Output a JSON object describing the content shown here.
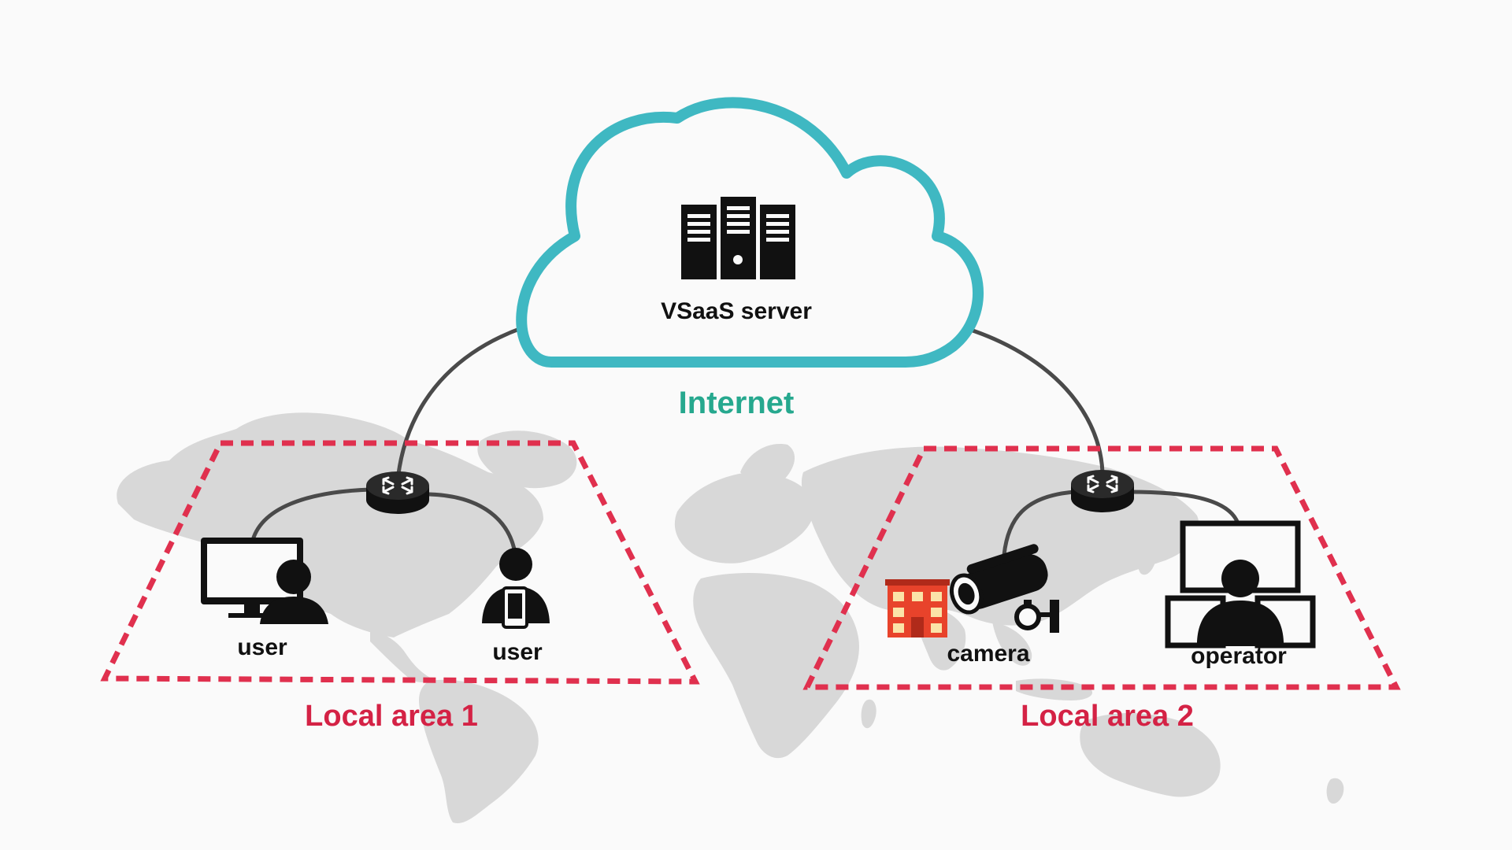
{
  "colors": {
    "background": "#fafafa",
    "map": "#d8d8d8",
    "cloud_outline": "#3fb8c2",
    "internet": "#26a88e",
    "area_border": "#e0304e",
    "area_label": "#d42245",
    "icon": "#111111",
    "link": "#4a4a4a",
    "building": "#e8432b"
  },
  "cloud": {
    "server_label": "VSaaS server",
    "internet_label": "Internet",
    "server_icon": "server-rack-icon"
  },
  "areas": [
    {
      "label": "Local area 1",
      "router_icon": "router-icon",
      "nodes": [
        {
          "label": "user",
          "icon": "desktop-user-icon"
        },
        {
          "label": "user",
          "icon": "mobile-user-icon"
        }
      ]
    },
    {
      "label": "Local area 2",
      "router_icon": "router-icon",
      "nodes": [
        {
          "label": "camera",
          "icon": "security-camera-icon"
        },
        {
          "label": "operator",
          "icon": "operator-monitors-icon"
        }
      ]
    }
  ]
}
